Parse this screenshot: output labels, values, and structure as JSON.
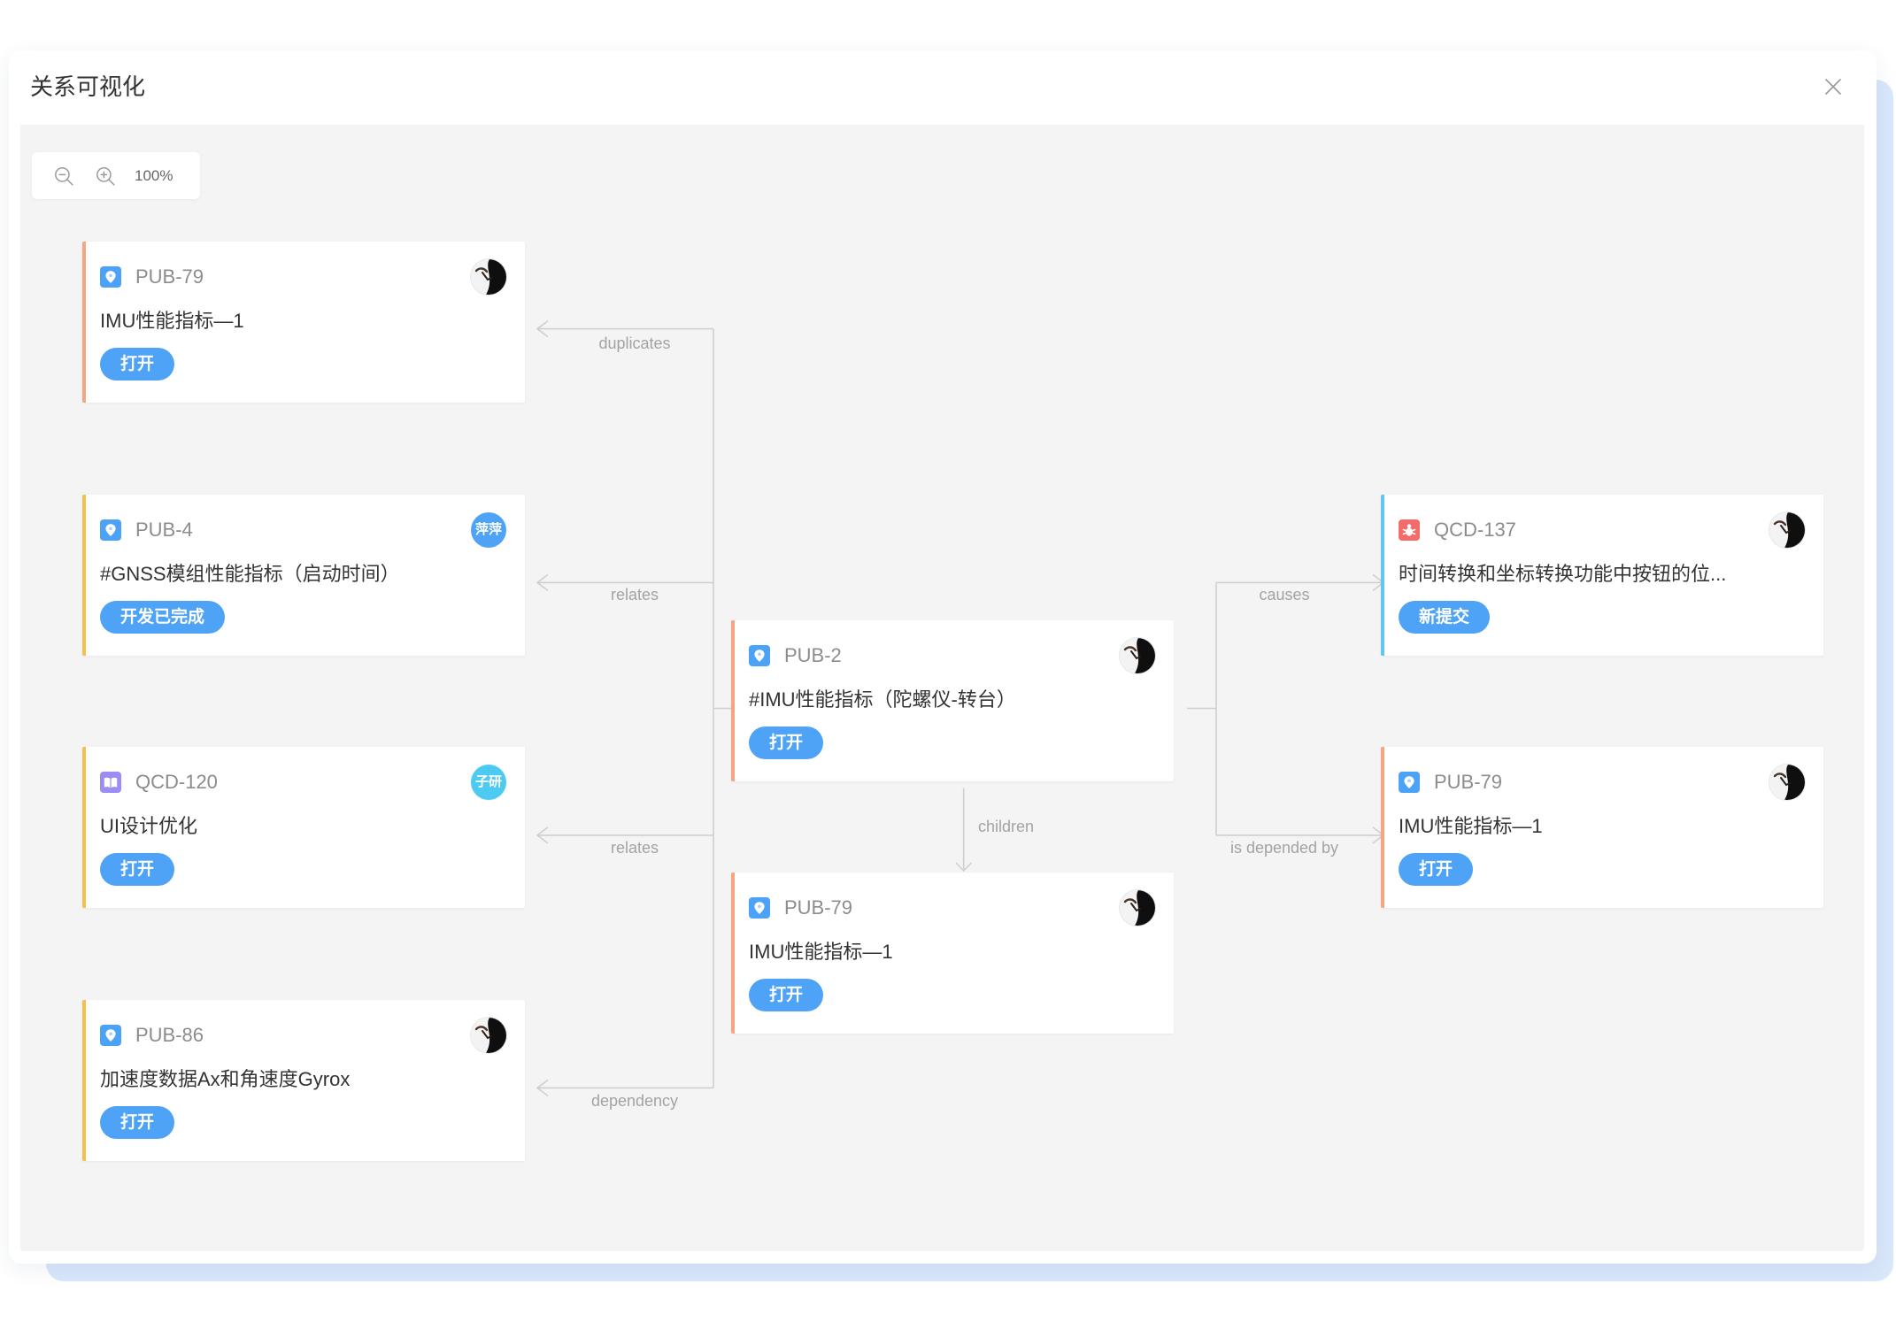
{
  "modal": {
    "title": "关系可视化",
    "close_icon": "close-icon"
  },
  "zoom": {
    "zoom_out_icon": "zoom-out-icon",
    "zoom_in_icon": "zoom-in-icon",
    "level": "100%"
  },
  "colors": {
    "status_badge": "#4fa3f6",
    "connector": "#cfcfcf",
    "canvas": "#f4f4f4",
    "backdrop": "#d9e7fb"
  },
  "graph": {
    "root": {
      "key": "PUB-2",
      "title": "#IMU性能指标（陀螺仪-转台）",
      "status": "打开",
      "type_icon": "requirement-icon",
      "accent": "#f5a57f",
      "avatar": {
        "icon": "user-photo-avatar"
      }
    },
    "left": [
      {
        "relation": "duplicates",
        "item": {
          "key": "PUB-79",
          "title": "IMU性能指标—1",
          "status": "打开",
          "type_icon": "requirement-icon",
          "accent": "#f5a57f",
          "avatar": {
            "icon": "user-photo-avatar"
          }
        }
      },
      {
        "relation": "relates",
        "item": {
          "key": "PUB-4",
          "title": "#GNSS模组性能指标（启动时间）",
          "status": "开发已完成",
          "type_icon": "requirement-icon",
          "accent": "#f6bd4f",
          "avatar": {
            "text": "萍萍",
            "color": "#4fa3f6"
          }
        }
      },
      {
        "relation": "relates",
        "item": {
          "key": "QCD-120",
          "title": "UI设计优化",
          "status": "打开",
          "type_icon": "book-icon",
          "accent": "#f6bd4f",
          "avatar": {
            "text": "子研",
            "color": "#4ccaf2"
          }
        }
      },
      {
        "relation": "dependency",
        "item": {
          "key": "PUB-86",
          "title": "加速度数据Ax和角速度Gyrox",
          "status": "打开",
          "type_icon": "requirement-icon",
          "accent": "#f6bd4f",
          "avatar": {
            "icon": "user-photo-avatar"
          }
        }
      }
    ],
    "children": [
      {
        "relation": "children",
        "item": {
          "key": "PUB-79",
          "title": "IMU性能指标—1",
          "status": "打开",
          "type_icon": "requirement-icon",
          "accent": "#f5a57f",
          "avatar": {
            "icon": "user-photo-avatar"
          }
        }
      }
    ],
    "right": [
      {
        "relation": "causes",
        "item": {
          "key": "QCD-137",
          "title": "时间转换和坐标转换功能中按钮的位...",
          "status": "新提交",
          "type_icon": "bug-icon",
          "accent": "#5ec5f4",
          "avatar": {
            "icon": "user-photo-avatar"
          }
        }
      },
      {
        "relation": "is depended by",
        "item": {
          "key": "PUB-79",
          "title": "IMU性能指标—1",
          "status": "打开",
          "type_icon": "requirement-icon",
          "accent": "#f5a57f",
          "avatar": {
            "icon": "user-photo-avatar"
          }
        }
      }
    ]
  }
}
